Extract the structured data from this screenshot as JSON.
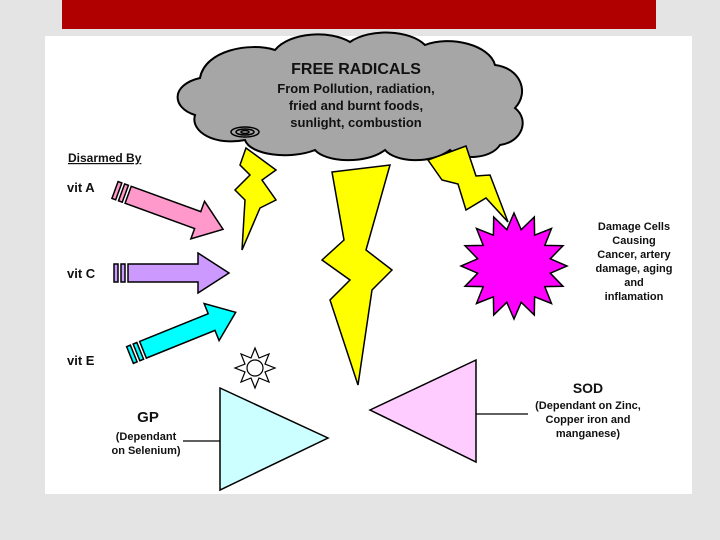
{
  "cloud": {
    "title": "FREE RADICALS",
    "lines": [
      "From Pollution, radiation,",
      "fried and burnt foods,",
      "sunlight, combustion"
    ]
  },
  "disarmed_by": "Disarmed By",
  "vitamins": [
    "vit A",
    "vit C",
    "vit E"
  ],
  "damage": {
    "lines": [
      "Damage Cells",
      "Causing",
      "Cancer, artery",
      "damage, aging",
      "and",
      "inflamation"
    ]
  },
  "gp": {
    "title": "GP",
    "lines": [
      "(Dependant",
      "on Selenium)"
    ]
  },
  "sod": {
    "title": "SOD",
    "lines": [
      "(Dependant on Zinc,",
      "Copper iron and",
      "manganese)"
    ]
  },
  "colors": {
    "header_bar": "#b00000",
    "cloud": "#a6a6a6",
    "lightning": "#ffff00",
    "arrow_a": "#ff99cc",
    "arrow_c": "#cc99ff",
    "arrow_e": "#00ffff",
    "starburst": "#ff00ff",
    "gp_triangle": "#ccffff",
    "sod_triangle": "#ffccff"
  }
}
